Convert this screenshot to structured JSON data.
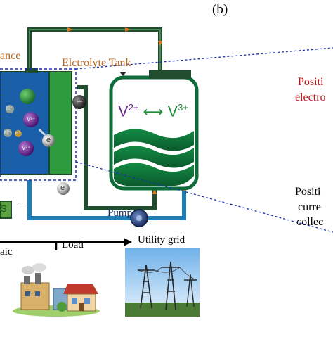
{
  "panel_label": "(b)",
  "labels": {
    "balance_partial": "ance",
    "tank_title": "Elctrolyte Tank",
    "pump": "Pump",
    "grid_label": "Utility grid",
    "load_label": "Load",
    "left_partial": "aic",
    "source_partial": "S",
    "minus_sign": "–",
    "positive_electrode_line1": "Positi",
    "positive_electrode_line2": "electro",
    "positive_current_line1": "Positi",
    "positive_current_line2": "curre",
    "positive_current_line3": "collec"
  },
  "tank": {
    "species_left": "V",
    "species_left_charge": "2+",
    "arrow_glyph": "⟷",
    "species_right": "V",
    "species_right_charge": "3+"
  },
  "cell": {
    "ions": [
      {
        "text": "H⁺"
      },
      {
        "text": "V³⁺"
      },
      {
        "text": "H⁺"
      },
      {
        "text": "H⁺"
      },
      {
        "text": "V²⁺"
      },
      {
        "text": "e"
      }
    ],
    "electron_top": "–",
    "electron_bottom": "e"
  },
  "colors": {
    "pipe_dark": "#1f4d2e",
    "pipe_blue": "#1e7fb8",
    "tank_green": "#0f6b3a",
    "cell_blue": "#1a5fa8",
    "membrane_green": "#2e9a3e",
    "dashed_blue": "#1a2fb0",
    "label_orange": "#b5651d",
    "label_red": "#c0141b",
    "vanadium_purple": "#6b2a8f",
    "vanadium_green": "#1f8c3a"
  }
}
